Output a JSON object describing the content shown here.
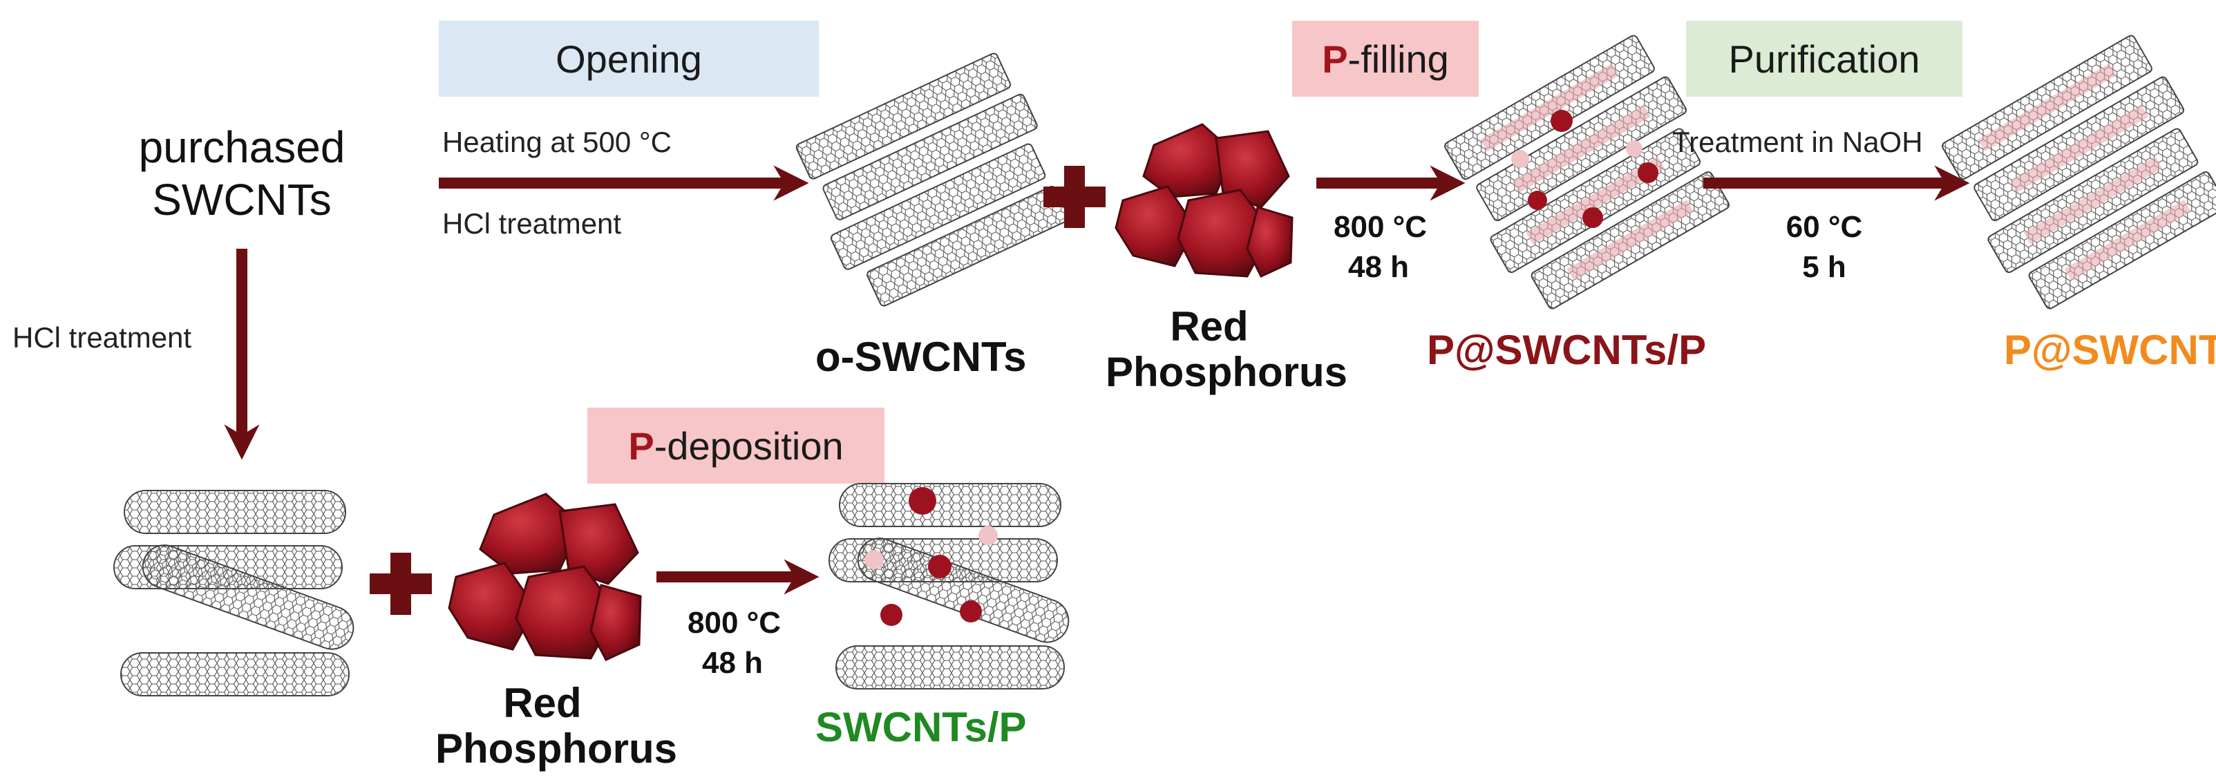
{
  "source": {
    "line1": "purchased",
    "line2": "SWCNTs"
  },
  "stages": {
    "opening": "Opening",
    "p_filling_prefix": "P",
    "p_filling_suffix": "-filling",
    "purification": "Purification",
    "p_deposition_prefix": "P",
    "p_deposition_suffix": "-deposition"
  },
  "conditions": {
    "opening_top": "Heating at 500 °C",
    "opening_bottom": "HCl treatment",
    "filling_temp": "800 °C",
    "filling_time": "48 h",
    "purification_top": "Treatment in NaOH",
    "purification_temp": "60 °C",
    "purification_time": "5 h",
    "side_branch": "HCl treatment",
    "deposition_temp": "800 °C",
    "deposition_time": "48 h"
  },
  "products": {
    "o_swcnts": "o-SWCNTs",
    "red_phosphorus_top_1": "Red",
    "red_phosphorus_top_2": "Phosphorus",
    "p_at_swcnts_p": "P@SWCNTs/P",
    "p_at_swcnts": "P@SWCNTs",
    "red_phosphorus_bottom_1": "Red",
    "red_phosphorus_bottom_2": "Phosphorus",
    "swcnts_p": "SWCNTs/P"
  },
  "colors": {
    "arrow": "#6b0f12",
    "opening_box": "#dbe7f3",
    "filling_box": "#f6c6c8",
    "purification_box": "#dcebd3",
    "deposition_box": "#f6c6c8",
    "p_letter": "#a2151b",
    "p_at_swcnts_p": "#8b1418",
    "p_at_swcnts": "#f28b1e",
    "swcnts_p": "#1f8a22",
    "phosphorus": "#9e1220"
  }
}
